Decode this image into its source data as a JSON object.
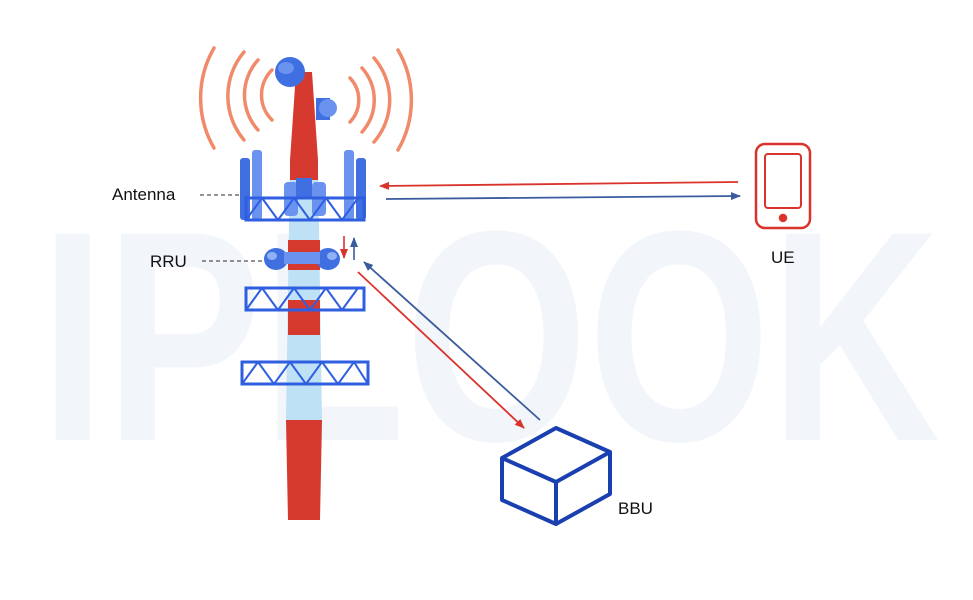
{
  "labels": {
    "antenna": "Antenna",
    "rru": "RRU",
    "ue": "UE",
    "bbu": "BBU"
  },
  "watermark": "IPLOOK",
  "colors": {
    "tower_red": "#d63a2f",
    "tower_blue": "#bfe1f5",
    "equipment_blue": "#3f6fe0",
    "truss_blue": "#2f5fe0",
    "signal_wave": "#f08a6a",
    "arrow_red": "#d9332b",
    "arrow_blue": "#3a5c9e",
    "bbu_blue": "#1a3fb0",
    "ue_outline": "#d9332b",
    "watermark": "#f2f5f9"
  }
}
